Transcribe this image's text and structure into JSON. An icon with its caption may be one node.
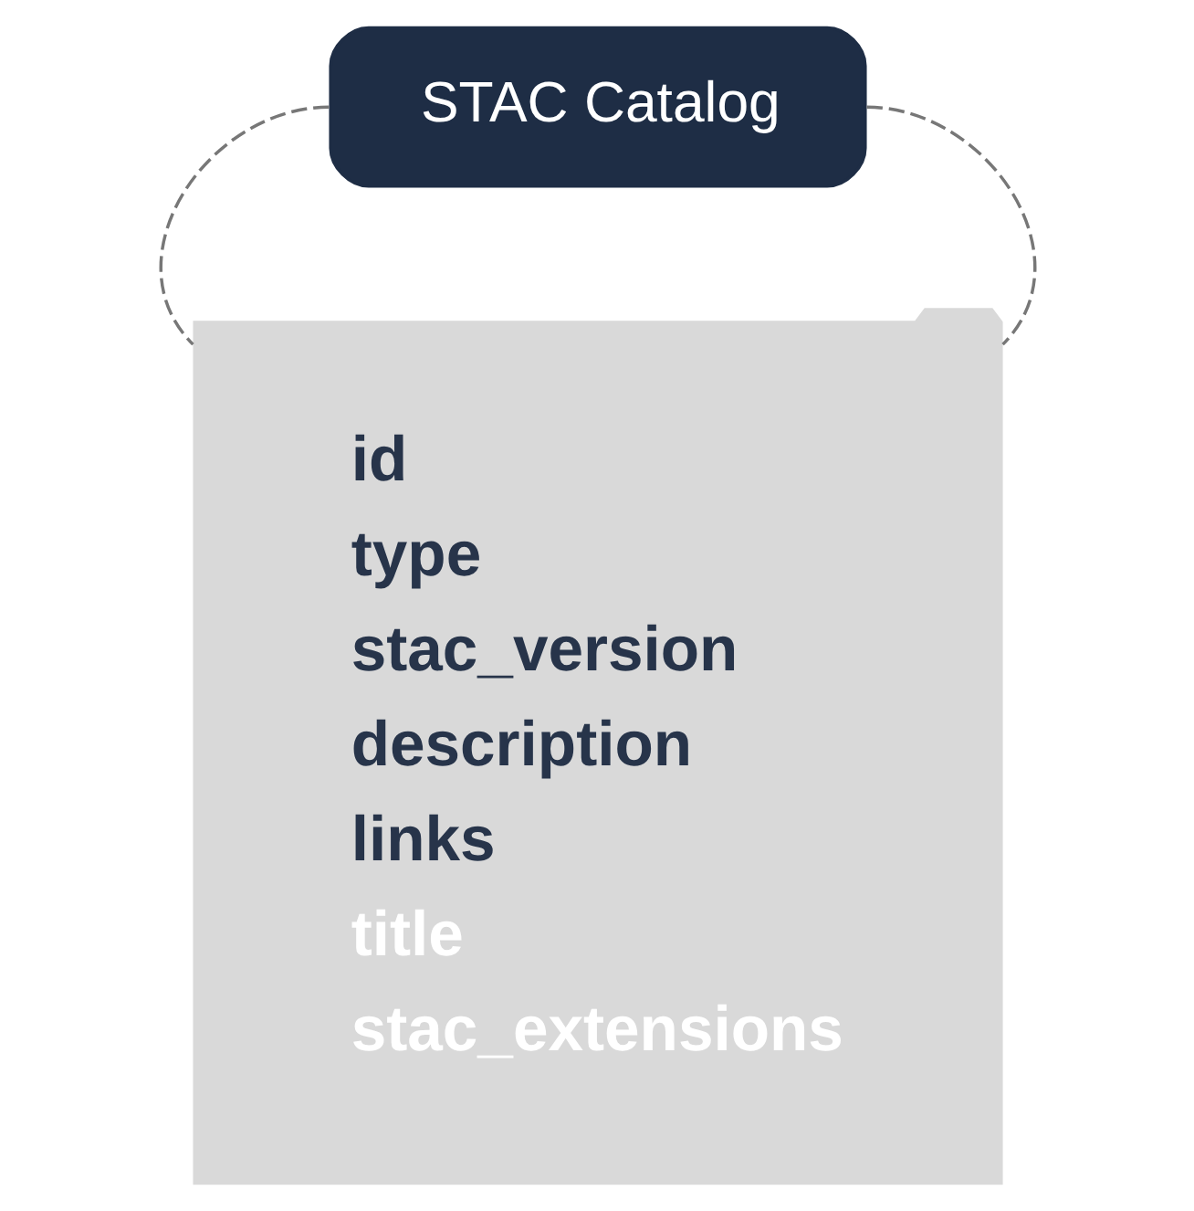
{
  "diagram": {
    "nodes": [
      {
        "text": [
          "STAC Catalog"
        ]
      },
      {
        "text": [
          "id",
          "type",
          "stac_version",
          "description",
          "links",
          "title",
          "stac_extensions"
        ]
      }
    ],
    "edges": [
      {
        "from": 0,
        "to": 1,
        "arrow": "none",
        "style": "dashed"
      },
      {
        "from": 0,
        "to": 1,
        "arrow": "none",
        "style": "dashed"
      }
    ]
  }
}
